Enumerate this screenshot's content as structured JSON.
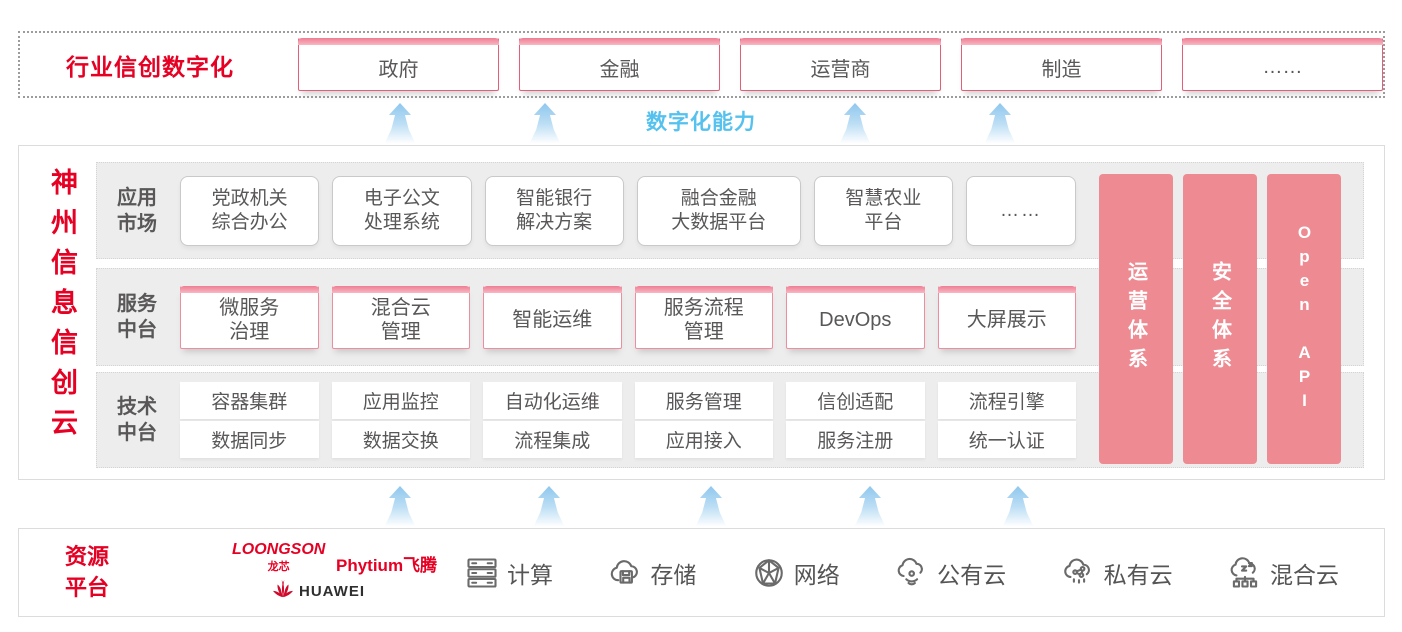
{
  "colors": {
    "brand_red": "#e60023",
    "capability_blue": "#54c1ee",
    "pillar_pink": "#ee8b92",
    "tab_border_pink": "#e25f79",
    "text_dark": "#595757"
  },
  "top_band": {
    "title": "行业信创数字化",
    "industries": [
      "政府",
      "金融",
      "运营商",
      "制造",
      "……"
    ]
  },
  "capability": {
    "label": "数字化能力"
  },
  "cloud_platform": {
    "title": "神州信息信创云",
    "app_market": {
      "label": "应用\n市场",
      "items": [
        "党政机关\n综合办公",
        "电子公文\n处理系统",
        "智能银行\n解决方案",
        "融合金融\n大数据平台",
        "智慧农业\n平台",
        "……"
      ]
    },
    "service_middle": {
      "label": "服务\n中台",
      "items": [
        "微服务\n治理",
        "混合云\n管理",
        "智能运维",
        "服务流程\n管理",
        "DevOps",
        "大屏展示"
      ]
    },
    "tech_middle": {
      "label": "技术\n中台",
      "row1": [
        "容器集群",
        "应用监控",
        "自动化运维",
        "服务管理",
        "信创适配",
        "流程引擎"
      ],
      "row2": [
        "数据同步",
        "数据交换",
        "流程集成",
        "应用接入",
        "服务注册",
        "统一认证"
      ]
    },
    "pillars": [
      "运营体系",
      "安全体系",
      "Open API"
    ]
  },
  "resource_platform": {
    "title": "资源\n平台",
    "vendors": {
      "loongson": "LOONGSON",
      "loongson_sub": "龙芯",
      "phytium": "Phytium飞腾",
      "huawei": "HUAWEI"
    },
    "items": [
      {
        "icon": "compute-server-icon",
        "label": "计算"
      },
      {
        "icon": "storage-cloud-icon",
        "label": "存储"
      },
      {
        "icon": "network-globe-icon",
        "label": "网络"
      },
      {
        "icon": "public-cloud-icon",
        "label": "公有云"
      },
      {
        "icon": "private-cloud-icon",
        "label": "私有云"
      },
      {
        "icon": "hybrid-cloud-icon",
        "label": "混合云"
      }
    ]
  }
}
